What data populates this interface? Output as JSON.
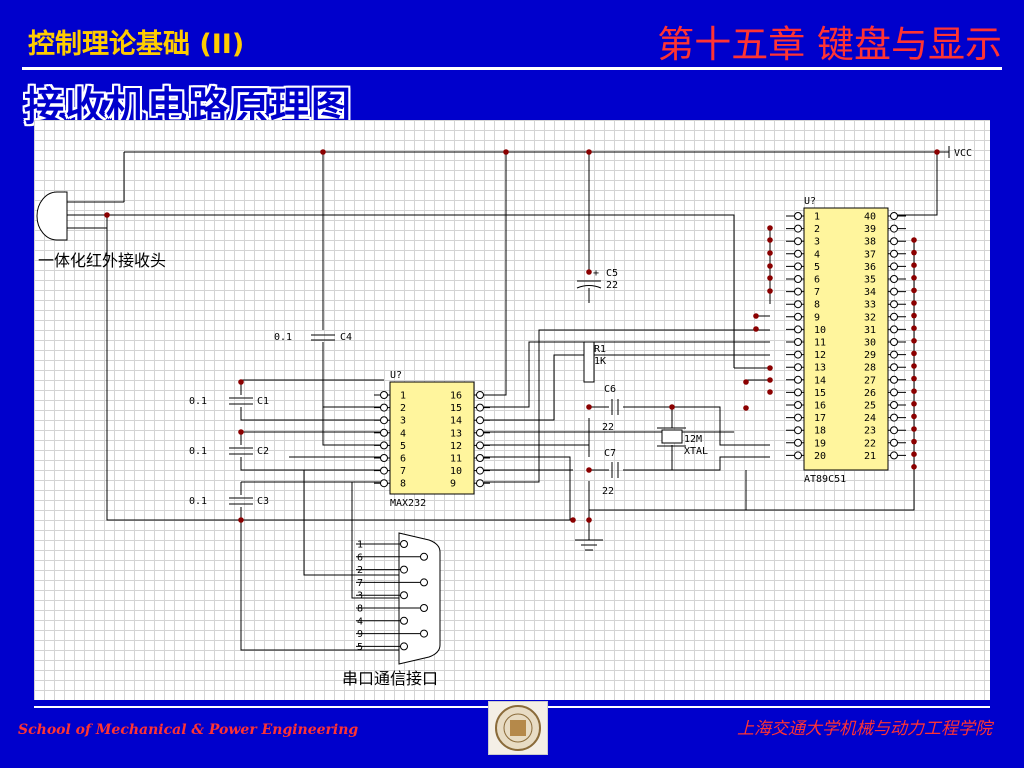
{
  "header": {
    "course_title": "控制理论基础 (II)",
    "chapter_title": "第十五章  键盘与显示",
    "slide_title": "接收机电路原理图"
  },
  "footer": {
    "school_en": "School of Mechanical & Power Engineering",
    "school_cn": "上海交通大学机械与动力工程学院",
    "logo_icon": "university-seal-icon"
  },
  "diagram": {
    "ir_receiver_label": "一体化红外接收头",
    "vcc_label": "VCC",
    "serial_port_label": "串口通信接口",
    "max232": {
      "ref": "U?",
      "name": "MAX232",
      "left_pins": [
        "1",
        "2",
        "3",
        "4",
        "5",
        "6",
        "7",
        "8"
      ],
      "right_pins": [
        "16",
        "15",
        "14",
        "13",
        "12",
        "11",
        "10",
        "9"
      ]
    },
    "mcu": {
      "ref": "U?",
      "name": "AT89C51",
      "left_pins": [
        "1",
        "2",
        "3",
        "4",
        "5",
        "6",
        "7",
        "8",
        "9",
        "10",
        "11",
        "12",
        "13",
        "14",
        "15",
        "16",
        "17",
        "18",
        "19",
        "20"
      ],
      "right_pins": [
        "40",
        "39",
        "38",
        "37",
        "36",
        "35",
        "34",
        "33",
        "32",
        "31",
        "30",
        "29",
        "28",
        "27",
        "26",
        "25",
        "24",
        "23",
        "22",
        "21"
      ]
    },
    "db9_pins": [
      "1",
      "6",
      "2",
      "7",
      "3",
      "8",
      "4",
      "9",
      "5"
    ],
    "components": {
      "c4": {
        "name": "C4",
        "value": "0.1"
      },
      "c1": {
        "name": "C1",
        "value": "0.1"
      },
      "c2": {
        "name": "C2",
        "value": "0.1"
      },
      "c3": {
        "name": "C3",
        "value": "0.1"
      },
      "c5": {
        "name": "C5",
        "value": "22",
        "polarity": "+"
      },
      "c6": {
        "name": "C6",
        "value": "22"
      },
      "c7": {
        "name": "C7",
        "value": "22"
      },
      "r1": {
        "name": "R1",
        "value": "1K"
      },
      "xtal": {
        "name": "12M",
        "value": "XTAL"
      }
    }
  }
}
